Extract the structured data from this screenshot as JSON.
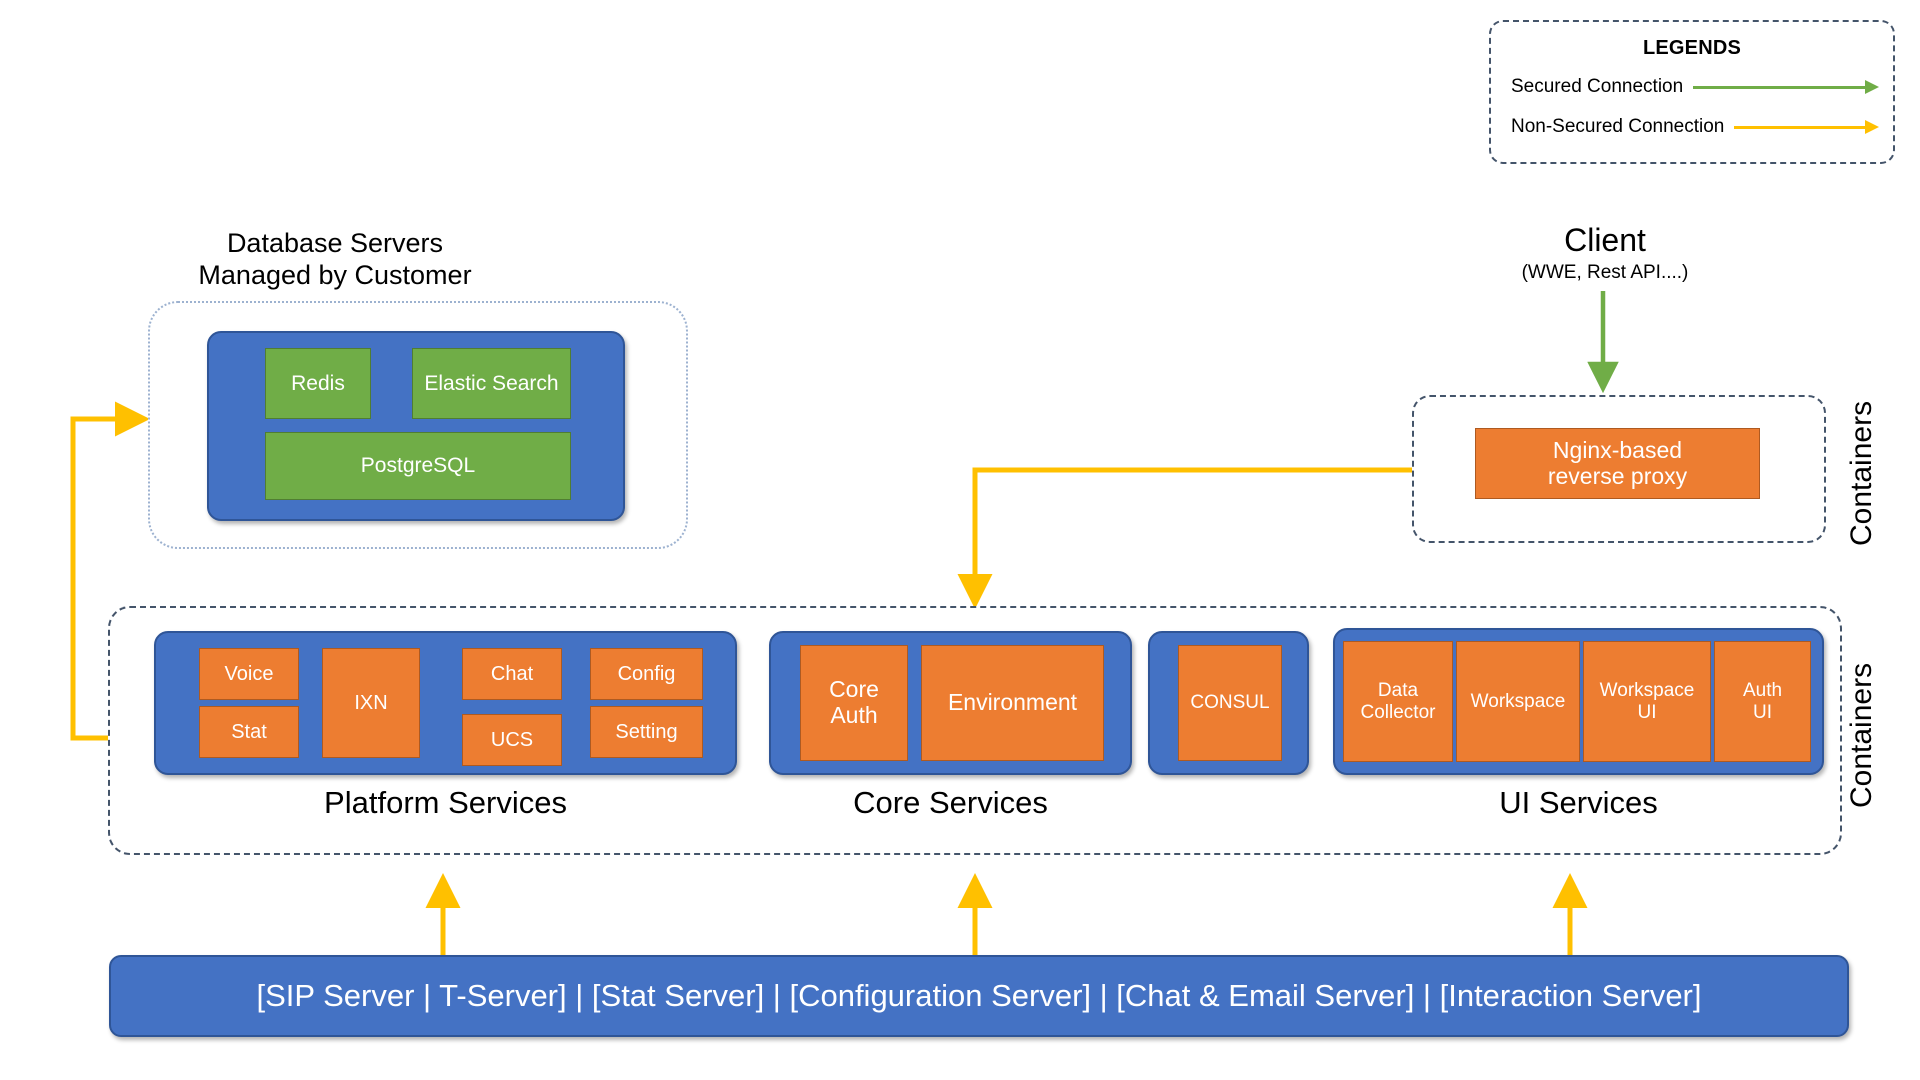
{
  "legend": {
    "title": "LEGENDS",
    "items": [
      {
        "label": "Secured Connection",
        "color": "#70AD47"
      },
      {
        "label": "Non-Secured Connection",
        "color": "#FFC000"
      }
    ]
  },
  "database": {
    "caption": "Database Servers\nManaged by Customer",
    "nodes": [
      {
        "label": "Redis"
      },
      {
        "label": "Elastic Search"
      },
      {
        "label": "PostgreSQL"
      }
    ]
  },
  "client": {
    "title": "Client",
    "subtitle": "(WWE, Rest API....)"
  },
  "proxy": {
    "label": "Nginx-based\nreverse proxy",
    "containers_label": "Containers"
  },
  "services": {
    "containers_label": "Containers",
    "groups": [
      {
        "caption": "Platform Services",
        "nodes": [
          {
            "label": "Voice"
          },
          {
            "label": "Stat"
          },
          {
            "label": "IXN"
          },
          {
            "label": "Chat"
          },
          {
            "label": "UCS"
          },
          {
            "label": "Config"
          },
          {
            "label": "Setting"
          }
        ]
      },
      {
        "caption": "Core Services",
        "nodes": [
          {
            "label": "Core\nAuth"
          },
          {
            "label": "Environment"
          }
        ]
      },
      {
        "caption": "",
        "nodes": [
          {
            "label": "CONSUL"
          }
        ]
      },
      {
        "caption": "UI Services",
        "nodes": [
          {
            "label": "Data\nCollector"
          },
          {
            "label": "Workspace"
          },
          {
            "label": "Workspace\nUI"
          },
          {
            "label": "Auth\nUI"
          }
        ]
      }
    ]
  },
  "server_bar": {
    "label": "[SIP Server | T-Server] | [Stat Server] | [Configuration Server] | [Chat & Email Server] | [Interaction Server]"
  },
  "colors": {
    "blue": "#4472C4",
    "blue_border": "#2F5597",
    "orange": "#ED7D31",
    "green": "#70AD47",
    "yellow": "#FFC000",
    "dash": "#44546A"
  }
}
